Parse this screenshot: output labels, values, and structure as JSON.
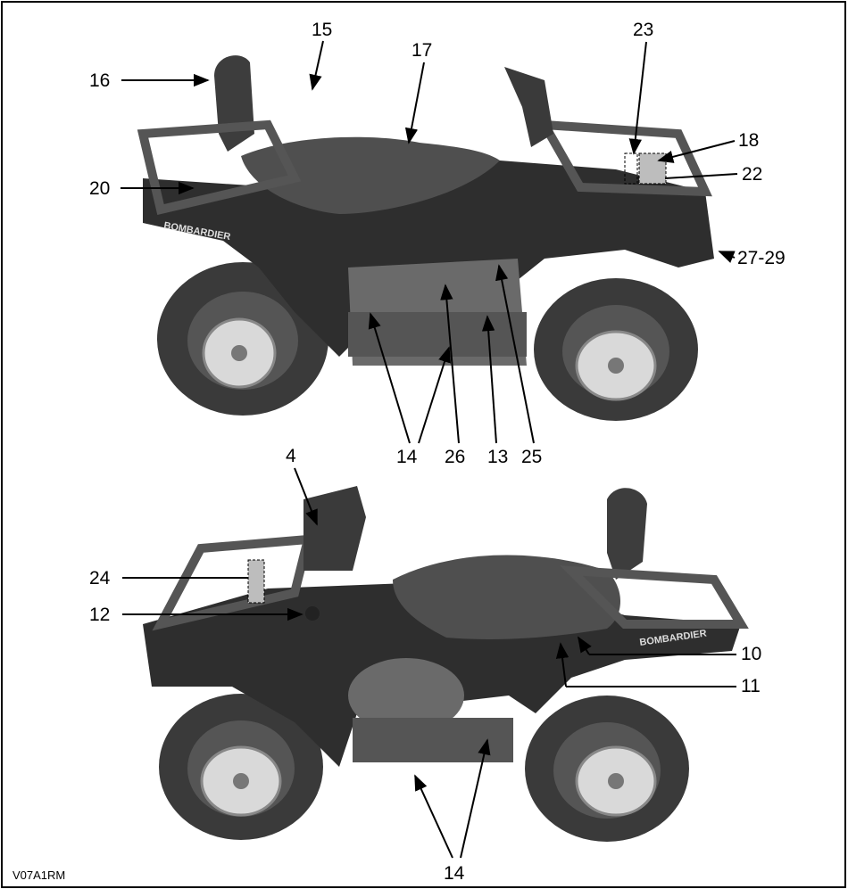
{
  "figure": {
    "code": "V07A1RM",
    "subject": "ATV side views (right and left)",
    "brand_decal": "BOMBARDIER"
  },
  "callouts": {
    "top_view": {
      "c15": "15",
      "c16": "16",
      "c17": "17",
      "c23": "23",
      "c18": "18",
      "c20": "20",
      "c22": "22",
      "c27_29": "27-29",
      "c14": "14",
      "c26": "26",
      "c13": "13",
      "c25": "25"
    },
    "bottom_view": {
      "c4": "4",
      "c24": "24",
      "c12": "12",
      "c10": "10",
      "c11": "11",
      "c14": "14"
    }
  },
  "colors": {
    "line": "#000000",
    "photo_dark": "#2b2b2b",
    "photo_mid": "#6a6a6a",
    "photo_light": "#bdbdbd"
  }
}
